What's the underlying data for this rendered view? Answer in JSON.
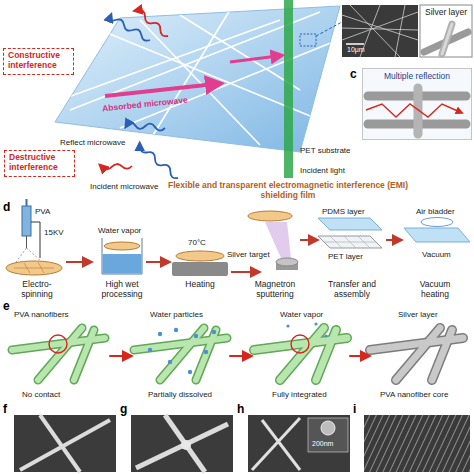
{
  "diagram": {
    "nodes": [
      {
        "text": [
          "Constructive interference"
        ]
      },
      {
        "text": [
          "Multiple reflection"
        ]
      },
      {
        "text": [
          "Destructive interference"
        ]
      }
    ],
    "labels": [
      "c",
      "10μm",
      "Silver layer",
      "Absorbed microwave",
      "Reflect microwave",
      "Incident microwave",
      "PET substrate",
      "Incident light",
      "Flexible and transparent electromagnetic interference (EMI) shielding film",
      "d",
      "PVA",
      "15KV",
      "Water vapor",
      "70°C",
      "Silver target",
      "PDMS layer",
      "Air bladder",
      "PET layer",
      "Vacuum",
      "Electro-spinning",
      "High wet processing",
      "Heating",
      "Magnetron sputtering",
      "Transfer and assembly",
      "Vacuum heating",
      "e",
      "PVA nanofibers",
      "No contact",
      "Water particles",
      "Partially dissolved",
      "Water vapor",
      "Fully integrated",
      "Silver layer",
      "PVA nanofiber core",
      "f",
      "g",
      "h",
      "200nm",
      "i"
    ]
  }
}
